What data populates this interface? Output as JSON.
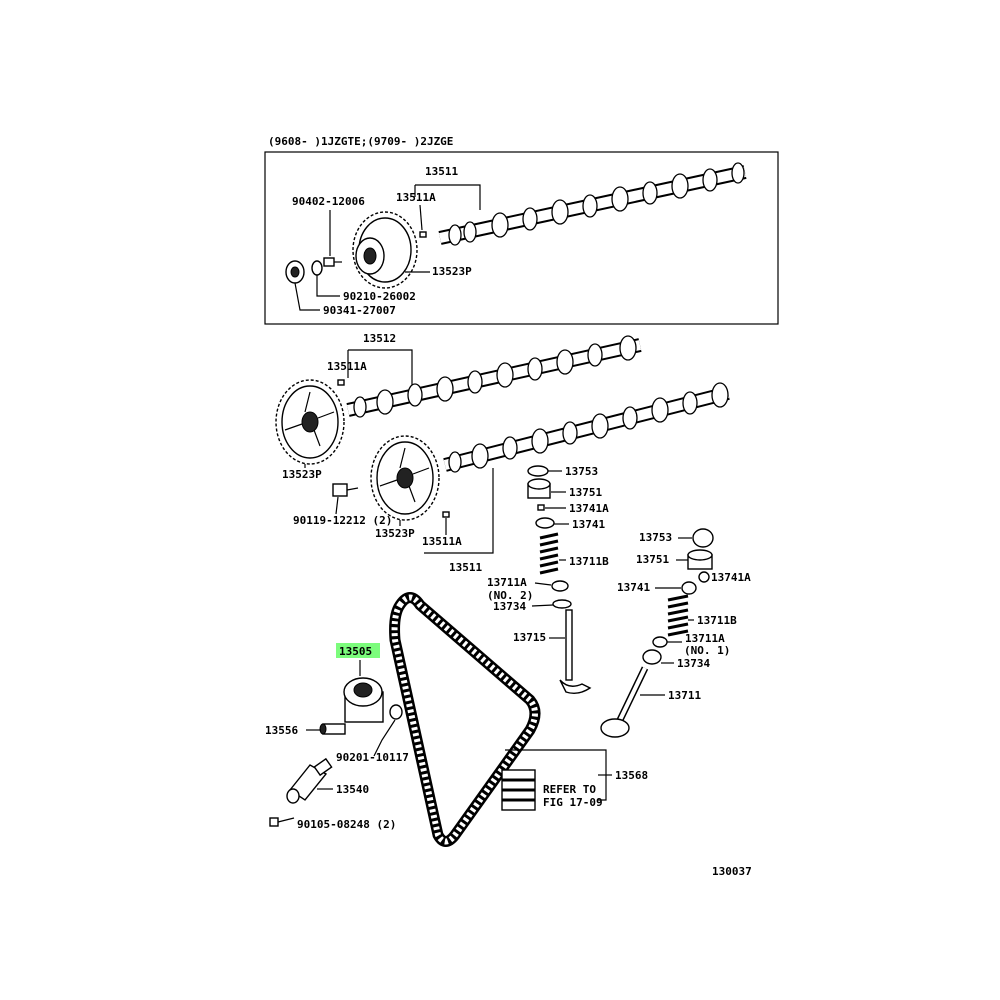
{
  "header": {
    "applicability": "(9608-     )1JZGTE;(9709-     )2JZGE"
  },
  "footer": {
    "figure_number": "130037"
  },
  "highlight": {
    "color": "#7CFC7C",
    "part": "13505"
  },
  "refer": {
    "line1": "REFER TO",
    "line2": "FIG 17-09"
  },
  "callouts": [
    {
      "id": "c13511top",
      "text": "13511"
    },
    {
      "id": "c13511Atop",
      "text": "13511A"
    },
    {
      "id": "c90402",
      "text": "90402-12006"
    },
    {
      "id": "c13523Ptop",
      "text": "13523P"
    },
    {
      "id": "c90210",
      "text": "90210-26002"
    },
    {
      "id": "c90341",
      "text": "90341-27007"
    },
    {
      "id": "c13512",
      "text": "13512"
    },
    {
      "id": "c13511Amid",
      "text": "13511A"
    },
    {
      "id": "c13523Pleft",
      "text": "13523P"
    },
    {
      "id": "c90119",
      "text": "90119-12212 (2)"
    },
    {
      "id": "c13523Pmid",
      "text": "13523P"
    },
    {
      "id": "c13511Abot",
      "text": "13511A"
    },
    {
      "id": "c13511bot",
      "text": "13511"
    },
    {
      "id": "c13753a",
      "text": "13753"
    },
    {
      "id": "c13751a",
      "text": "13751"
    },
    {
      "id": "c13741Aa",
      "text": "13741A"
    },
    {
      "id": "c13741a",
      "text": "13741"
    },
    {
      "id": "c13711Ba",
      "text": "13711B"
    },
    {
      "id": "c13711Aa",
      "text": "13711A"
    },
    {
      "id": "cno2",
      "text": "(NO. 2)"
    },
    {
      "id": "c13734a",
      "text": "13734"
    },
    {
      "id": "c13715",
      "text": "13715"
    },
    {
      "id": "c13753b",
      "text": "13753"
    },
    {
      "id": "c13751b",
      "text": "13751"
    },
    {
      "id": "c13741b",
      "text": "13741"
    },
    {
      "id": "c13741Ab",
      "text": "13741A"
    },
    {
      "id": "c13711Bb",
      "text": "13711B"
    },
    {
      "id": "c13711Ab",
      "text": "13711A"
    },
    {
      "id": "cno1",
      "text": "(NO. 1)"
    },
    {
      "id": "c13734b",
      "text": "13734"
    },
    {
      "id": "c13711",
      "text": "13711"
    },
    {
      "id": "c13505",
      "text": "13505"
    },
    {
      "id": "c13556",
      "text": "13556"
    },
    {
      "id": "c90201",
      "text": "90201-10117"
    },
    {
      "id": "c13540",
      "text": "13540"
    },
    {
      "id": "c90105",
      "text": "90105-08248 (2)"
    },
    {
      "id": "c13568",
      "text": "13568"
    }
  ]
}
